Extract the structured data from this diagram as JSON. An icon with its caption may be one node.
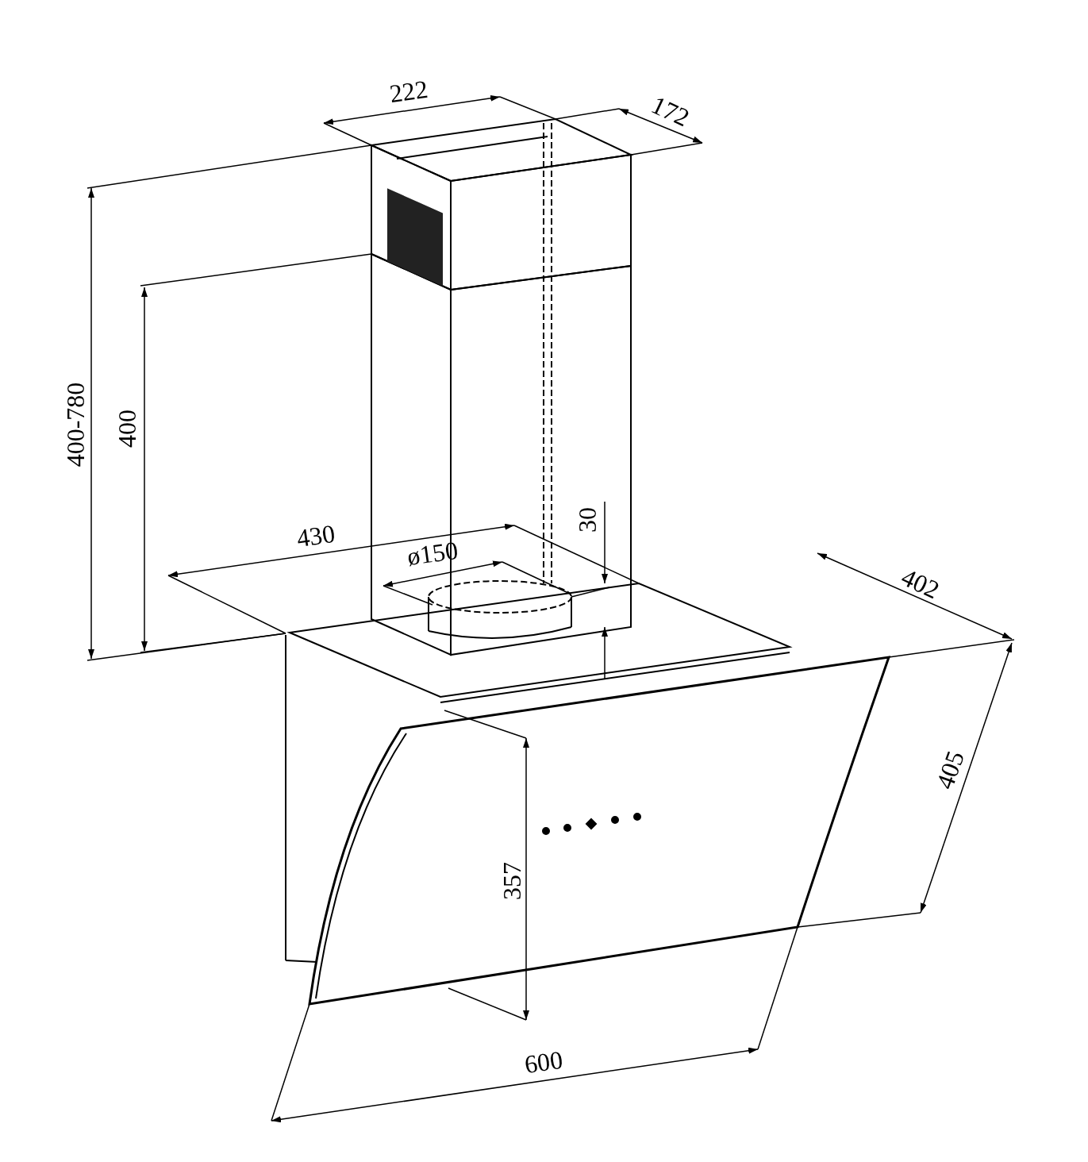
{
  "diagram": {
    "labels": [
      "222",
      "172",
      "400-780",
      "400",
      "430",
      "ø150",
      "30",
      "402",
      "405",
      "357",
      "600"
    ]
  }
}
